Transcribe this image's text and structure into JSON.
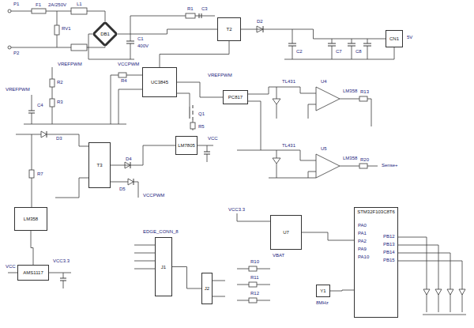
{
  "diagram": {
    "nodes": [
      {
        "text": [
          "DB1"
        ]
      },
      {
        "text": [
          "T2"
        ]
      },
      {
        "text": [
          "CN1"
        ]
      },
      {
        "text": [
          "UC3845"
        ]
      },
      {
        "text": [
          "PC817"
        ]
      },
      {
        "text": [
          "LM358"
        ]
      },
      {
        "text": [
          "T3"
        ]
      },
      {
        "text": [
          "LM7805"
        ]
      },
      {
        "text": [
          "J1"
        ]
      },
      {
        "text": [
          "AMS1117"
        ]
      },
      {
        "text": [
          "U7"
        ]
      },
      {
        "text": [
          "STM32F103C8T6"
        ]
      },
      {
        "text": [
          "Y1"
        ]
      },
      {
        "text": [
          "J2"
        ]
      }
    ],
    "edges": [
      {
        "from": 0,
        "to": 1,
        "arrow": "none"
      },
      {
        "from": 1,
        "to": 2,
        "arrow": "none"
      },
      {
        "from": 3,
        "to": 1,
        "arrow": "none"
      },
      {
        "from": 4,
        "to": 3,
        "arrow": "none"
      },
      {
        "from": 6,
        "to": 7,
        "arrow": "none"
      },
      {
        "from": 8,
        "to": 13,
        "arrow": "none"
      },
      {
        "from": 10,
        "to": 11,
        "arrow": "none"
      },
      {
        "from": 12,
        "to": 11,
        "arrow": "none"
      },
      {
        "from": 9,
        "to": 5,
        "arrow": "none"
      }
    ],
    "labels": [
      "P1",
      "P2",
      "F1",
      "2A/250V",
      "RV1",
      "L1",
      "C1",
      "400V",
      "R1",
      "C3",
      "D2",
      "C2",
      "C7",
      "C8",
      "5V",
      "VREFPWM",
      "VREFPWM",
      "R2",
      "R3",
      "C4",
      "VCCPWM",
      "R4",
      "Q1",
      "R5",
      "VREFPWM",
      "TL431",
      "U4",
      "LM358",
      "R13",
      "TL431",
      "U5",
      "LM358",
      "R20",
      "Sense+",
      "D3",
      "R7",
      "D4",
      "D5",
      "VCCPWM",
      "VCC",
      "EDGE_CONN_8",
      "VCC3.3",
      "VCC3.3",
      "VBAT",
      "R10",
      "R11",
      "R12",
      "8MHz",
      "PA0",
      "PA1",
      "PA2",
      "PA9",
      "PA10",
      "PB12",
      "PB13",
      "PB14",
      "PB15",
      "VCC"
    ]
  }
}
